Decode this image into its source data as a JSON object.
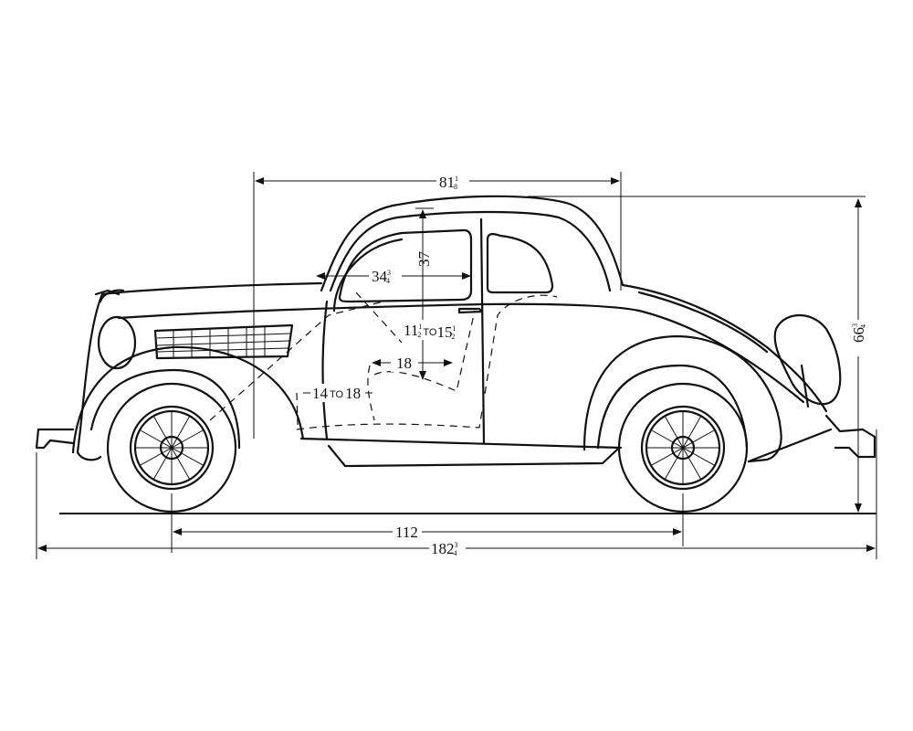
{
  "title": "Coupe side elevation dimension drawing",
  "dimensions": {
    "roof_span": {
      "whole": "81",
      "num": "1",
      "den": "8"
    },
    "seat_to_roof_height": {
      "whole": "37"
    },
    "door_width": {
      "whole": "34",
      "num": "3",
      "den": "4"
    },
    "seat_height": {
      "a_whole": "11",
      "a_num": "1",
      "a_den": "2",
      "sep": "TO",
      "b_whole": "15",
      "b_num": "1",
      "b_den": "2"
    },
    "seat_depth": {
      "whole": "18"
    },
    "leg_room": {
      "a": "14",
      "sep": "TO",
      "b": "18"
    },
    "wheelbase": {
      "whole": "112"
    },
    "overall_length": {
      "whole": "182",
      "num": "3",
      "den": "4"
    },
    "overall_height": {
      "whole": "66",
      "num": "3",
      "den": "4"
    }
  },
  "colors": {
    "ink": "#111111",
    "paper": "#ffffff"
  }
}
